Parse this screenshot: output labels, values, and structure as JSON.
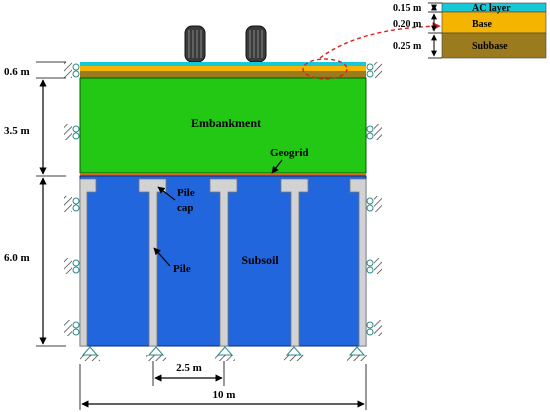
{
  "legend": {
    "items": [
      {
        "thickness": "0.15 m",
        "name": "AC layer",
        "color": "#18c8d8"
      },
      {
        "thickness": "0.20 m",
        "name": "Base",
        "color": "#f4b400"
      },
      {
        "thickness": "0.25 m",
        "name": "Subbase",
        "color": "#9c7a1e"
      }
    ]
  },
  "layers": {
    "embankment": "Embankment",
    "geogrid": "Geogrid",
    "subsoil": "Subsoil",
    "pile_cap": [
      "Pile",
      "cap"
    ],
    "pile": "Pile"
  },
  "dimensions": {
    "pavement_height": "0.6 m",
    "embankment_height": "3.5 m",
    "subsoil_height": "6.0 m",
    "pile_spacing": "2.5 m",
    "model_width": "10 m"
  },
  "colors": {
    "embankment": "#22c814",
    "subsoil": "#2266dd",
    "pile": "#d2d2d2",
    "geogrid": "#d2691e",
    "detail_marker": "#e02020"
  }
}
